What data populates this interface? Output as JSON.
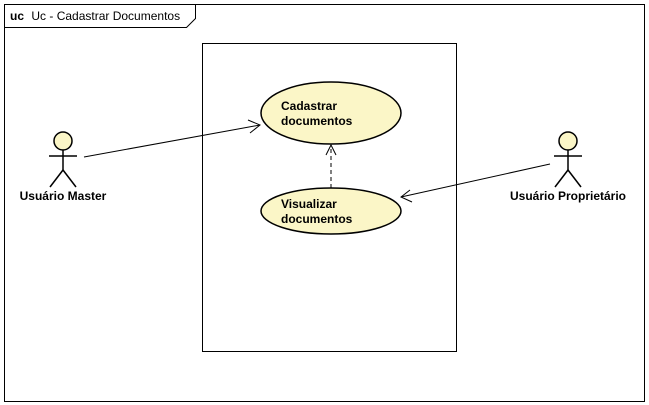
{
  "frame": {
    "keyword": "uc",
    "name": "Uc - Cadastrar Documentos"
  },
  "use_cases": {
    "cadastrar": {
      "line1": "Cadastrar",
      "line2": "documentos"
    },
    "visualizar": {
      "line1": "Visualizar",
      "line2": "documentos"
    }
  },
  "actors": {
    "master": {
      "label": "Usuário Master"
    },
    "proprietario": {
      "label": "Usuário Proprietário"
    }
  },
  "relationships": [
    {
      "type": "association",
      "from": "Usuário Master",
      "to": "Cadastrar documentos",
      "arrow": "open"
    },
    {
      "type": "association",
      "from": "Usuário Proprietário",
      "to": "Visualizar documentos",
      "arrow": "open"
    },
    {
      "type": "dependency",
      "from": "Visualizar documentos",
      "to": "Cadastrar documentos",
      "arrow": "open",
      "line": "dashed"
    }
  ],
  "colors": {
    "element_fill": "#fbf6c7",
    "stroke": "#000000",
    "background": "#ffffff"
  }
}
